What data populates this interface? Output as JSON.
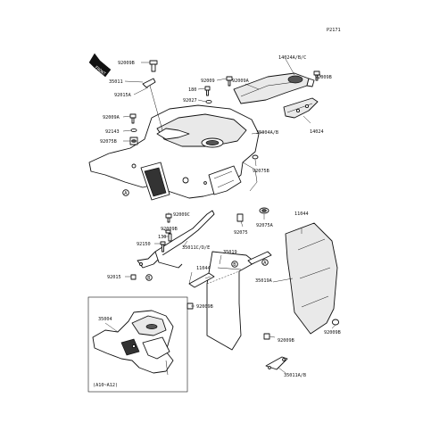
{
  "diagram": {
    "page_ref": "P2171",
    "front_label": "FRONT",
    "inset_note": "(A10~A12)",
    "callouts": {
      "c_92009b_a": "92009B",
      "c_35011": "35011",
      "c_92015a": "92015A",
      "c_92009a_left": "92009A",
      "c_92143": "92143",
      "c_92075b": "92075B",
      "c_180": "180",
      "c_92027": "92027",
      "c_92009_top": "92009",
      "c_92009a_top": "92009A",
      "c_14024abc": "14024A/B/C",
      "c_92009b_top": "92009B",
      "c_14024": "14024",
      "c_35004ab": "35004A/B",
      "c_92075b_right": "92075B",
      "c_92009c": "92009C",
      "c_92009b_mid": "92009B",
      "c_130": "130",
      "c_92150": "92150",
      "c_35011cde": "35011C/D/E",
      "c_92015": "92015",
      "c_92075": "92075",
      "c_92075a": "92075A",
      "c_11044_right": "11044",
      "c_35019": "35019",
      "c_11044_mid": "11044",
      "c_35019a": "35019A",
      "c_92009b_low1": "92009B",
      "c_92009b_low2": "92009B",
      "c_92009b_low3": "92009B",
      "c_35011ab": "35011A/B",
      "c_35004": "35004"
    },
    "ref_markers": {
      "m_a1": "A",
      "m_a2": "A",
      "m_b1": "B",
      "m_b2": "B"
    }
  }
}
